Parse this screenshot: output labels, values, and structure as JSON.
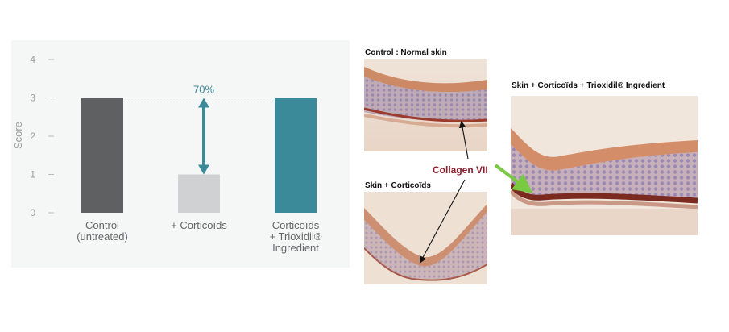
{
  "chart_data": {
    "type": "bar",
    "categories": [
      [
        "Control",
        "(untreated)"
      ],
      [
        "+ Corticoïds"
      ],
      [
        "Corticoïds",
        "+ Trioxidil®",
        "Ingredient"
      ]
    ],
    "values": [
      3,
      1,
      3
    ],
    "colors": [
      "#5f6062",
      "#d0d1d2",
      "#3b8a9a"
    ],
    "ylabel": "Score",
    "ylim": [
      0,
      4
    ],
    "yticks": [
      0,
      1,
      2,
      3,
      4
    ],
    "grid": false,
    "annotation": {
      "text": "70%",
      "from_value": 1,
      "to_value": 3,
      "color": "#3b8a9a"
    }
  },
  "micrographs": {
    "control_label": "Control : Normal skin",
    "corticoids_label": "Skin + Corticoïds",
    "trioxidil_label": "Skin + Corticoïds + Trioxidil® Ingredient",
    "collagen_label": "Collagen VII",
    "collagen_color": "#8a1c2b",
    "highlight_arrow_color": "#7ac943"
  }
}
